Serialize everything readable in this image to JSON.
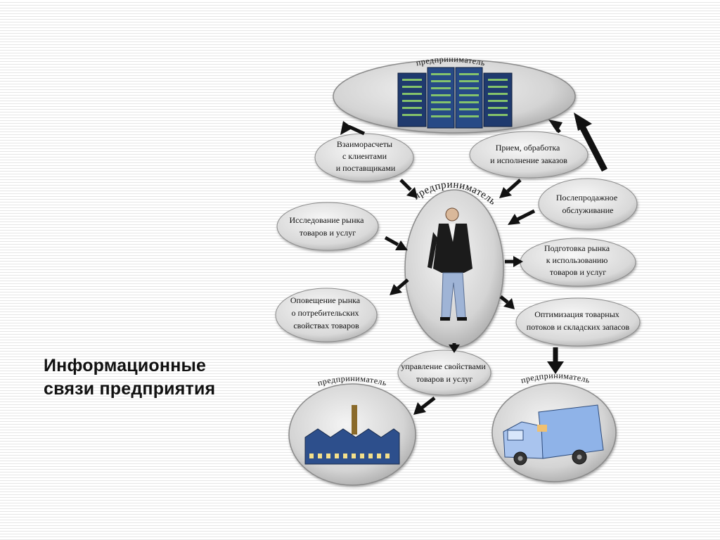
{
  "slide": {
    "title_line1": "Информационные",
    "title_line2": "связи предприятия"
  },
  "nodes": {
    "top_label": "предприниматель",
    "center_label": "предприниматель",
    "factory_label": "предприниматель",
    "truck_label": "предприниматель"
  },
  "pills": {
    "settlements": [
      "Взаиморасчеты",
      "с клиентами",
      "и поставщиками"
    ],
    "orders": [
      "Прием, обработка",
      "и исполнение заказов"
    ],
    "after_sales": [
      "Послепродажное",
      "обслуживание"
    ],
    "market_research": [
      "Исследование рынка",
      "товаров и услуг"
    ],
    "market_prep": [
      "Подготовка рынка",
      "к использованию",
      "товаров и услуг"
    ],
    "notification": [
      "Оповещение рынка",
      "о потребительских",
      "свойствах товаров"
    ],
    "logistics": [
      "Оптимизация товарных",
      "потоков и складских запасов"
    ],
    "product_mgmt": [
      "управление свойствами",
      "товаров и услуг"
    ]
  },
  "colors": {
    "bubble_fill": "#d7d7d7",
    "bubble_stroke": "#8a8a8a",
    "arrow": "#111111",
    "building": "#2d4f8c",
    "truck": "#8fb3e8"
  }
}
